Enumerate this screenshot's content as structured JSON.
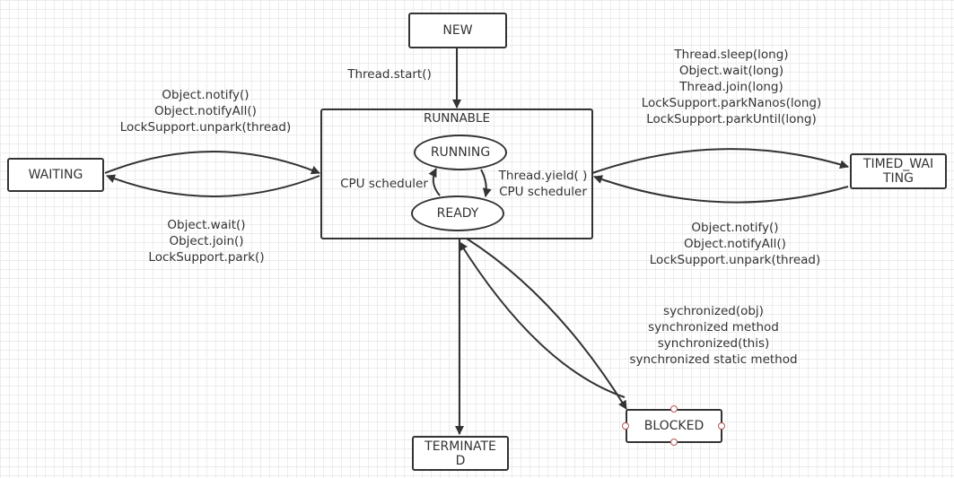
{
  "nodes": {
    "new": "NEW",
    "runnable": "RUNNABLE",
    "running": "RUNNING",
    "ready": "READY",
    "waiting": "WAITING",
    "timed_waiting": [
      "TIMED_WAI",
      "TING"
    ],
    "blocked": "BLOCKED",
    "terminated": [
      "TERMINATE",
      "D"
    ]
  },
  "labels": {
    "thread_start": "Thread.start()",
    "to_waiting_return": [
      "Object.notify()",
      "Object.notifyAll()",
      "LockSupport.unpark(thread)"
    ],
    "to_waiting": [
      "Object.wait()",
      "Object.join()",
      "LockSupport.park()"
    ],
    "to_timed_waiting": [
      "Thread.sleep(long)",
      "Object.wait(long)",
      "Thread.join(long)",
      "LockSupport.parkNanos(long)",
      "LockSupport.parkUntil(long)"
    ],
    "from_timed_waiting": [
      "Object.notify()",
      "Object.notifyAll()",
      "LockSupport.unpark(thread)"
    ],
    "synchronized": [
      "sychronized(obj)",
      "synchronized method",
      "synchronized(this)",
      "synchronized static method"
    ],
    "cpu_scheduler_left": "CPU scheduler",
    "yield_scheduler": [
      "Thread.yield( )",
      "CPU scheduler"
    ]
  }
}
